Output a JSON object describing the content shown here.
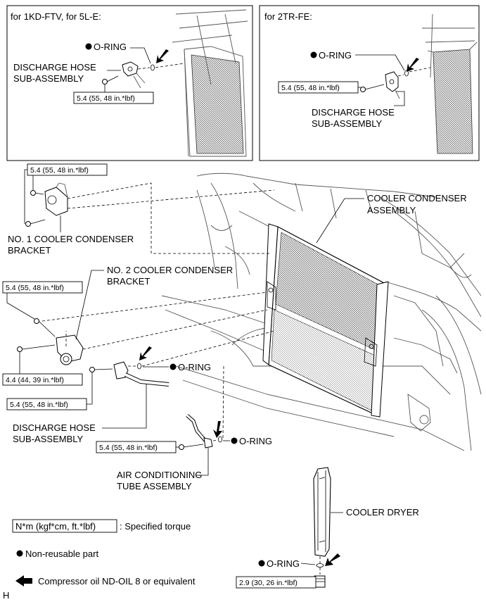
{
  "insets": {
    "left": {
      "title": "for 1KD-FTV, for 5L-E:",
      "oring": "O-RING",
      "hose_line1": "DISCHARGE HOSE",
      "hose_line2": "SUB-ASSEMBLY",
      "torque": "5.4 (55, 48 in.*lbf)"
    },
    "right": {
      "title": "for 2TR-FE:",
      "oring": "O-RING",
      "hose_line1": "DISCHARGE HOSE",
      "hose_line2": "SUB-ASSEMBLY",
      "torque": "5.4 (55, 48 in.*lbf)"
    }
  },
  "main": {
    "condenser_line1": "COOLER CONDENSER",
    "condenser_line2": "ASSEMBLY",
    "bracket1_line1": "NO. 1 COOLER CONDENSER",
    "bracket1_line2": "BRACKET",
    "bracket2_line1": "NO. 2 COOLER CONDENSER",
    "bracket2_line2": "BRACKET",
    "torque_bracket1": "5.4 (55, 48 in.*lbf)",
    "torque_bracket2": "5.4 (55, 48 in.*lbf)",
    "torque_bracket2_lower": "4.4 (44, 39 in.*lbf)",
    "torque_hose": "5.4 (55, 48 in.*lbf)",
    "torque_tube": "5.4 (55, 48 in.*lbf)",
    "torque_dryer": "2.9 (30, 26 in.*lbf)",
    "oring_hose": "O-RING",
    "oring_tube": "O-RING",
    "oring_dryer": "O-RING",
    "hose_line1": "DISCHARGE HOSE",
    "hose_line2": "SUB-ASSEMBLY",
    "tube_line1": "AIR CONDITIONING",
    "tube_line2": "TUBE ASSEMBLY",
    "dryer": "COOLER DRYER"
  },
  "legend": {
    "torque_box": "N*m (kgf*cm, ft.*lbf)",
    "torque_desc": ": Specified torque",
    "nonreusable": "Non-reusable part",
    "oil": "Compressor oil ND-OIL 8 or equivalent"
  },
  "corner_letter": "H",
  "icons": {
    "bullet": "filled-circle-icon",
    "arrow": "oil-arrow-icon"
  }
}
